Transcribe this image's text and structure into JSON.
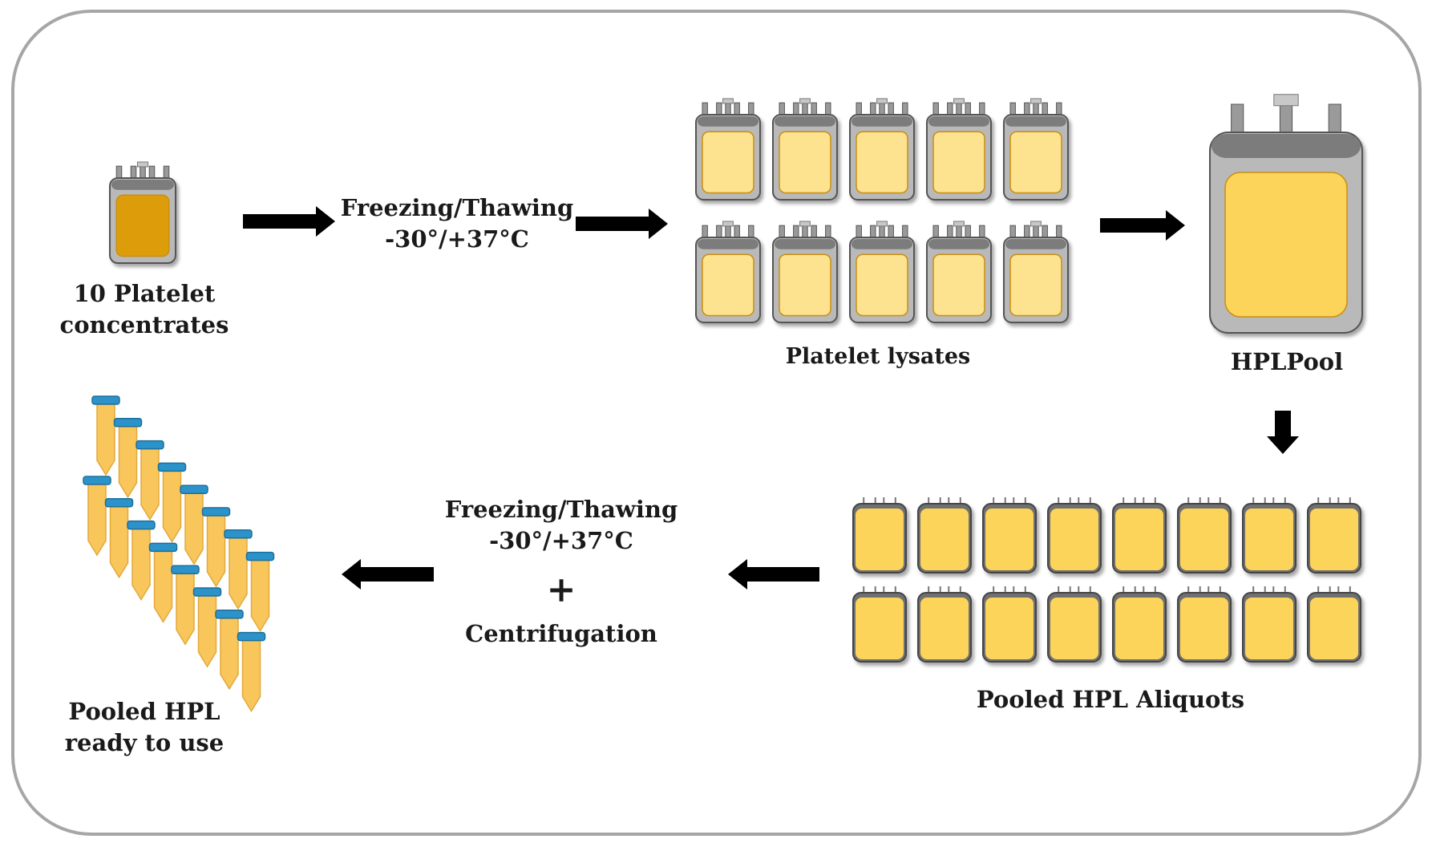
{
  "labels": {
    "platelet_concentrates": [
      "10 Platelet",
      "concentrates"
    ],
    "step1": [
      "Freezing/Thawing",
      "-30°/+37°C"
    ],
    "platelet_lysates": "Platelet lysates",
    "hpl_pool": "HPLPool",
    "aliquots": "Pooled HPL Aliquots",
    "step2": [
      "Freezing/Thawing",
      "-30°/+37°C"
    ],
    "plus": "+",
    "centrifugation": "Centrifugation",
    "ready": [
      "Pooled HPL",
      "ready to use"
    ]
  },
  "colors": {
    "concentrate_fill": "#dd9d0a",
    "lysate_fill": "#fde28f",
    "pool_fill": "#fcd459",
    "aliquot_fill": "#fdd45a",
    "tube_fill": "#f9c65c",
    "tube_cap": "#2b93c9",
    "bag_frame": "#8a8a8a",
    "arrow": "#000000"
  },
  "counts": {
    "lysate_bags": 10,
    "aliquot_bags": 16,
    "tubes": 16
  }
}
